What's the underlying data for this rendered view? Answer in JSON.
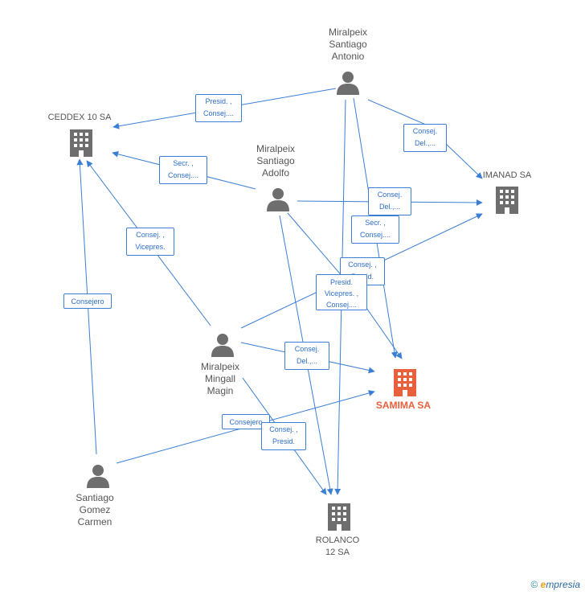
{
  "colors": {
    "edge": "#3b7fd4",
    "node": "#6e6e6e",
    "main_company": "#e8603c",
    "label_text": "#555555"
  },
  "nodes": [
    {
      "id": "p_antonio",
      "kind": "person",
      "label": "Miralpeix\nSantiago\nAntonio"
    },
    {
      "id": "p_adolfo",
      "kind": "person",
      "label": "Miralpeix\nSantiago\nAdolfo"
    },
    {
      "id": "p_magin",
      "kind": "person",
      "label": "Miralpeix\nMingall\nMagin"
    },
    {
      "id": "p_carmen",
      "kind": "person",
      "label": "Santiago\nGomez\nCarmen"
    },
    {
      "id": "c_ceddex",
      "kind": "company",
      "label": "CEDDEX 10 SA"
    },
    {
      "id": "c_imanad",
      "kind": "company",
      "label": "IMANAD SA"
    },
    {
      "id": "c_samima",
      "kind": "company",
      "main": true,
      "label": "SAMIMA SA"
    },
    {
      "id": "c_rolanco",
      "kind": "company",
      "label": "ROLANCO\n12 SA"
    }
  ],
  "edge_labels": [
    {
      "id": "e1",
      "text": "Presid. ,\nConsej...."
    },
    {
      "id": "e2",
      "text": "Consej.\nDel.,..."
    },
    {
      "id": "e3",
      "text": "Secr. ,\nConsej...."
    },
    {
      "id": "e4",
      "text": "Consej.\nDel.,..."
    },
    {
      "id": "e5",
      "text": "Secr. ,\nConsej...."
    },
    {
      "id": "e6",
      "text": "Consej. ,\nVicepres."
    },
    {
      "id": "e7",
      "text": "Consej. ,\nPresid."
    },
    {
      "id": "e8",
      "text": "Presid.\nVicepres. ,\nConsej...."
    },
    {
      "id": "e9",
      "text": "Consejero"
    },
    {
      "id": "e10",
      "text": "Consej.\nDel.,..."
    },
    {
      "id": "e11",
      "text": "Consejero"
    },
    {
      "id": "e12",
      "text": "Consej. ,\nPresid."
    }
  ],
  "footer": {
    "copyright_symbol": "©",
    "brand_initial": "e",
    "brand_rest": "mpresia"
  }
}
